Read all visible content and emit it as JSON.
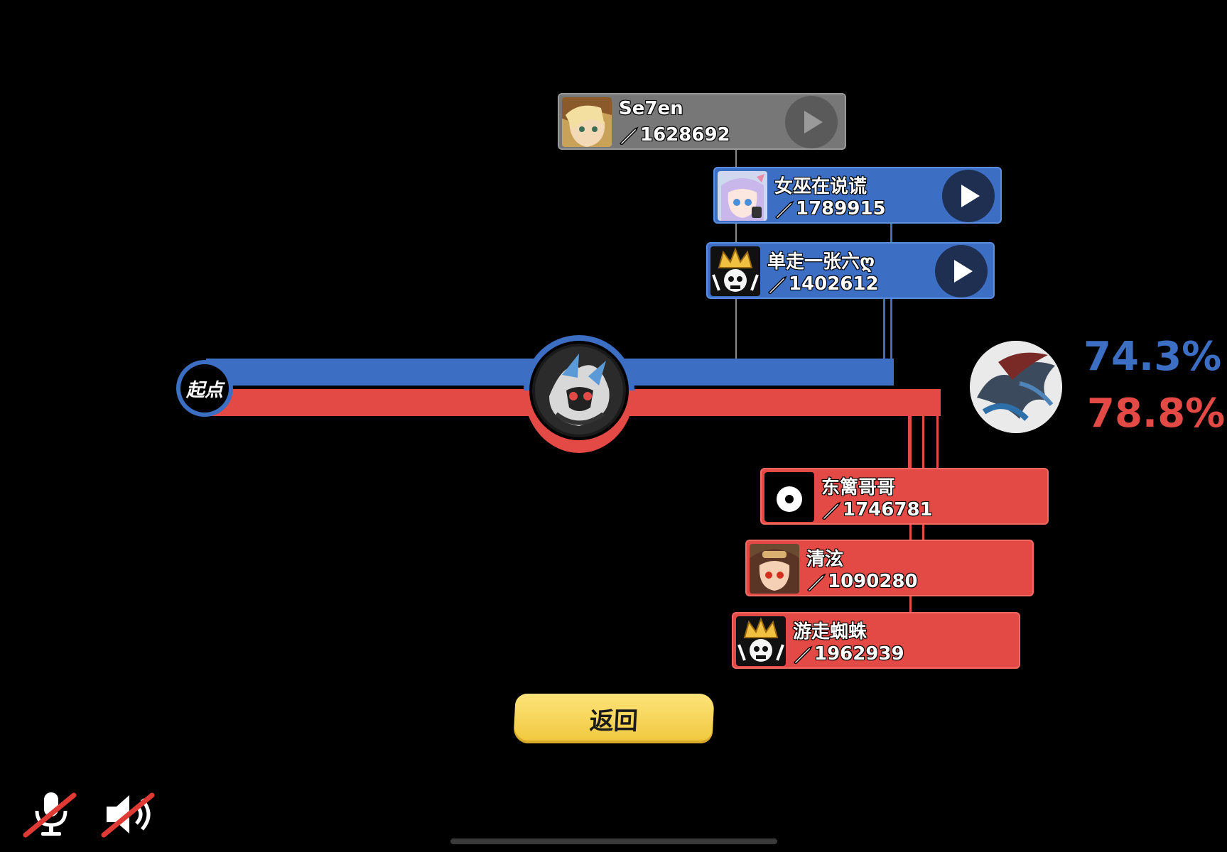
{
  "start_label": "起点",
  "cards": [
    {
      "name": "Se7en",
      "score": "1628692",
      "team": "gray"
    },
    {
      "name": "女巫在说谎",
      "score": "1789915",
      "team": "blue"
    },
    {
      "name": "单走一张六ღ",
      "score": "1402612",
      "team": "blue"
    },
    {
      "name": "东篱哥哥",
      "score": "1746781",
      "team": "red"
    },
    {
      "name": "清泫",
      "score": "1090280",
      "team": "red"
    },
    {
      "name": "游走蜘蛛",
      "score": "1962939",
      "team": "red"
    }
  ],
  "percentages": {
    "blue": "74.3%",
    "red": "78.8%"
  },
  "back_label": "返回",
  "colors": {
    "blue": "#3c6ec3",
    "red": "#e34a45",
    "gray": "#777777",
    "gold": "#f0c83c"
  },
  "icons": {
    "mic": "mic-muted-icon",
    "speaker": "speaker-muted-icon",
    "play": "play-icon",
    "sword": "sword-icon"
  }
}
